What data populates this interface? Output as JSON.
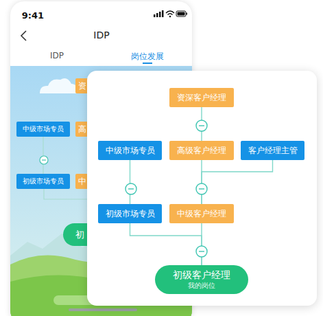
{
  "diagram": {
    "nodes": [
      {
        "text": [
          "资"
        ]
      },
      {
        "text": [
          "中级市场专员"
        ]
      },
      {
        "text": [
          "高"
        ]
      },
      {
        "text": [
          "初级市场专员"
        ]
      },
      {
        "text": [
          "中"
        ]
      },
      {
        "text": [
          "初"
        ]
      },
      {
        "text": [
          "资深客户经理"
        ]
      },
      {
        "text": [
          "中级市场专员"
        ]
      },
      {
        "text": [
          "高级客户经理"
        ]
      },
      {
        "text": [
          "客户经理主管"
        ]
      },
      {
        "text": [
          "初级市场专员"
        ]
      },
      {
        "text": [
          "中级客户经理"
        ]
      },
      {
        "text": [
          "初级客户经理",
          "我的岗位"
        ]
      }
    ],
    "edges": [
      {
        "from": 3,
        "to": 1,
        "arrow": "none"
      },
      {
        "from": 8,
        "to": 6,
        "arrow": "none"
      },
      {
        "from": 10,
        "to": 7,
        "arrow": "none"
      },
      {
        "from": 11,
        "to": 8,
        "arrow": "none"
      },
      {
        "from": 11,
        "to": 9,
        "arrow": "none"
      },
      {
        "from": 12,
        "to": 11,
        "arrow": "none"
      },
      {
        "from": 12,
        "to": 10,
        "arrow": "none"
      }
    ],
    "labels": [
      "9:41",
      "IDP",
      "IDP",
      "岗位发展"
    ]
  }
}
